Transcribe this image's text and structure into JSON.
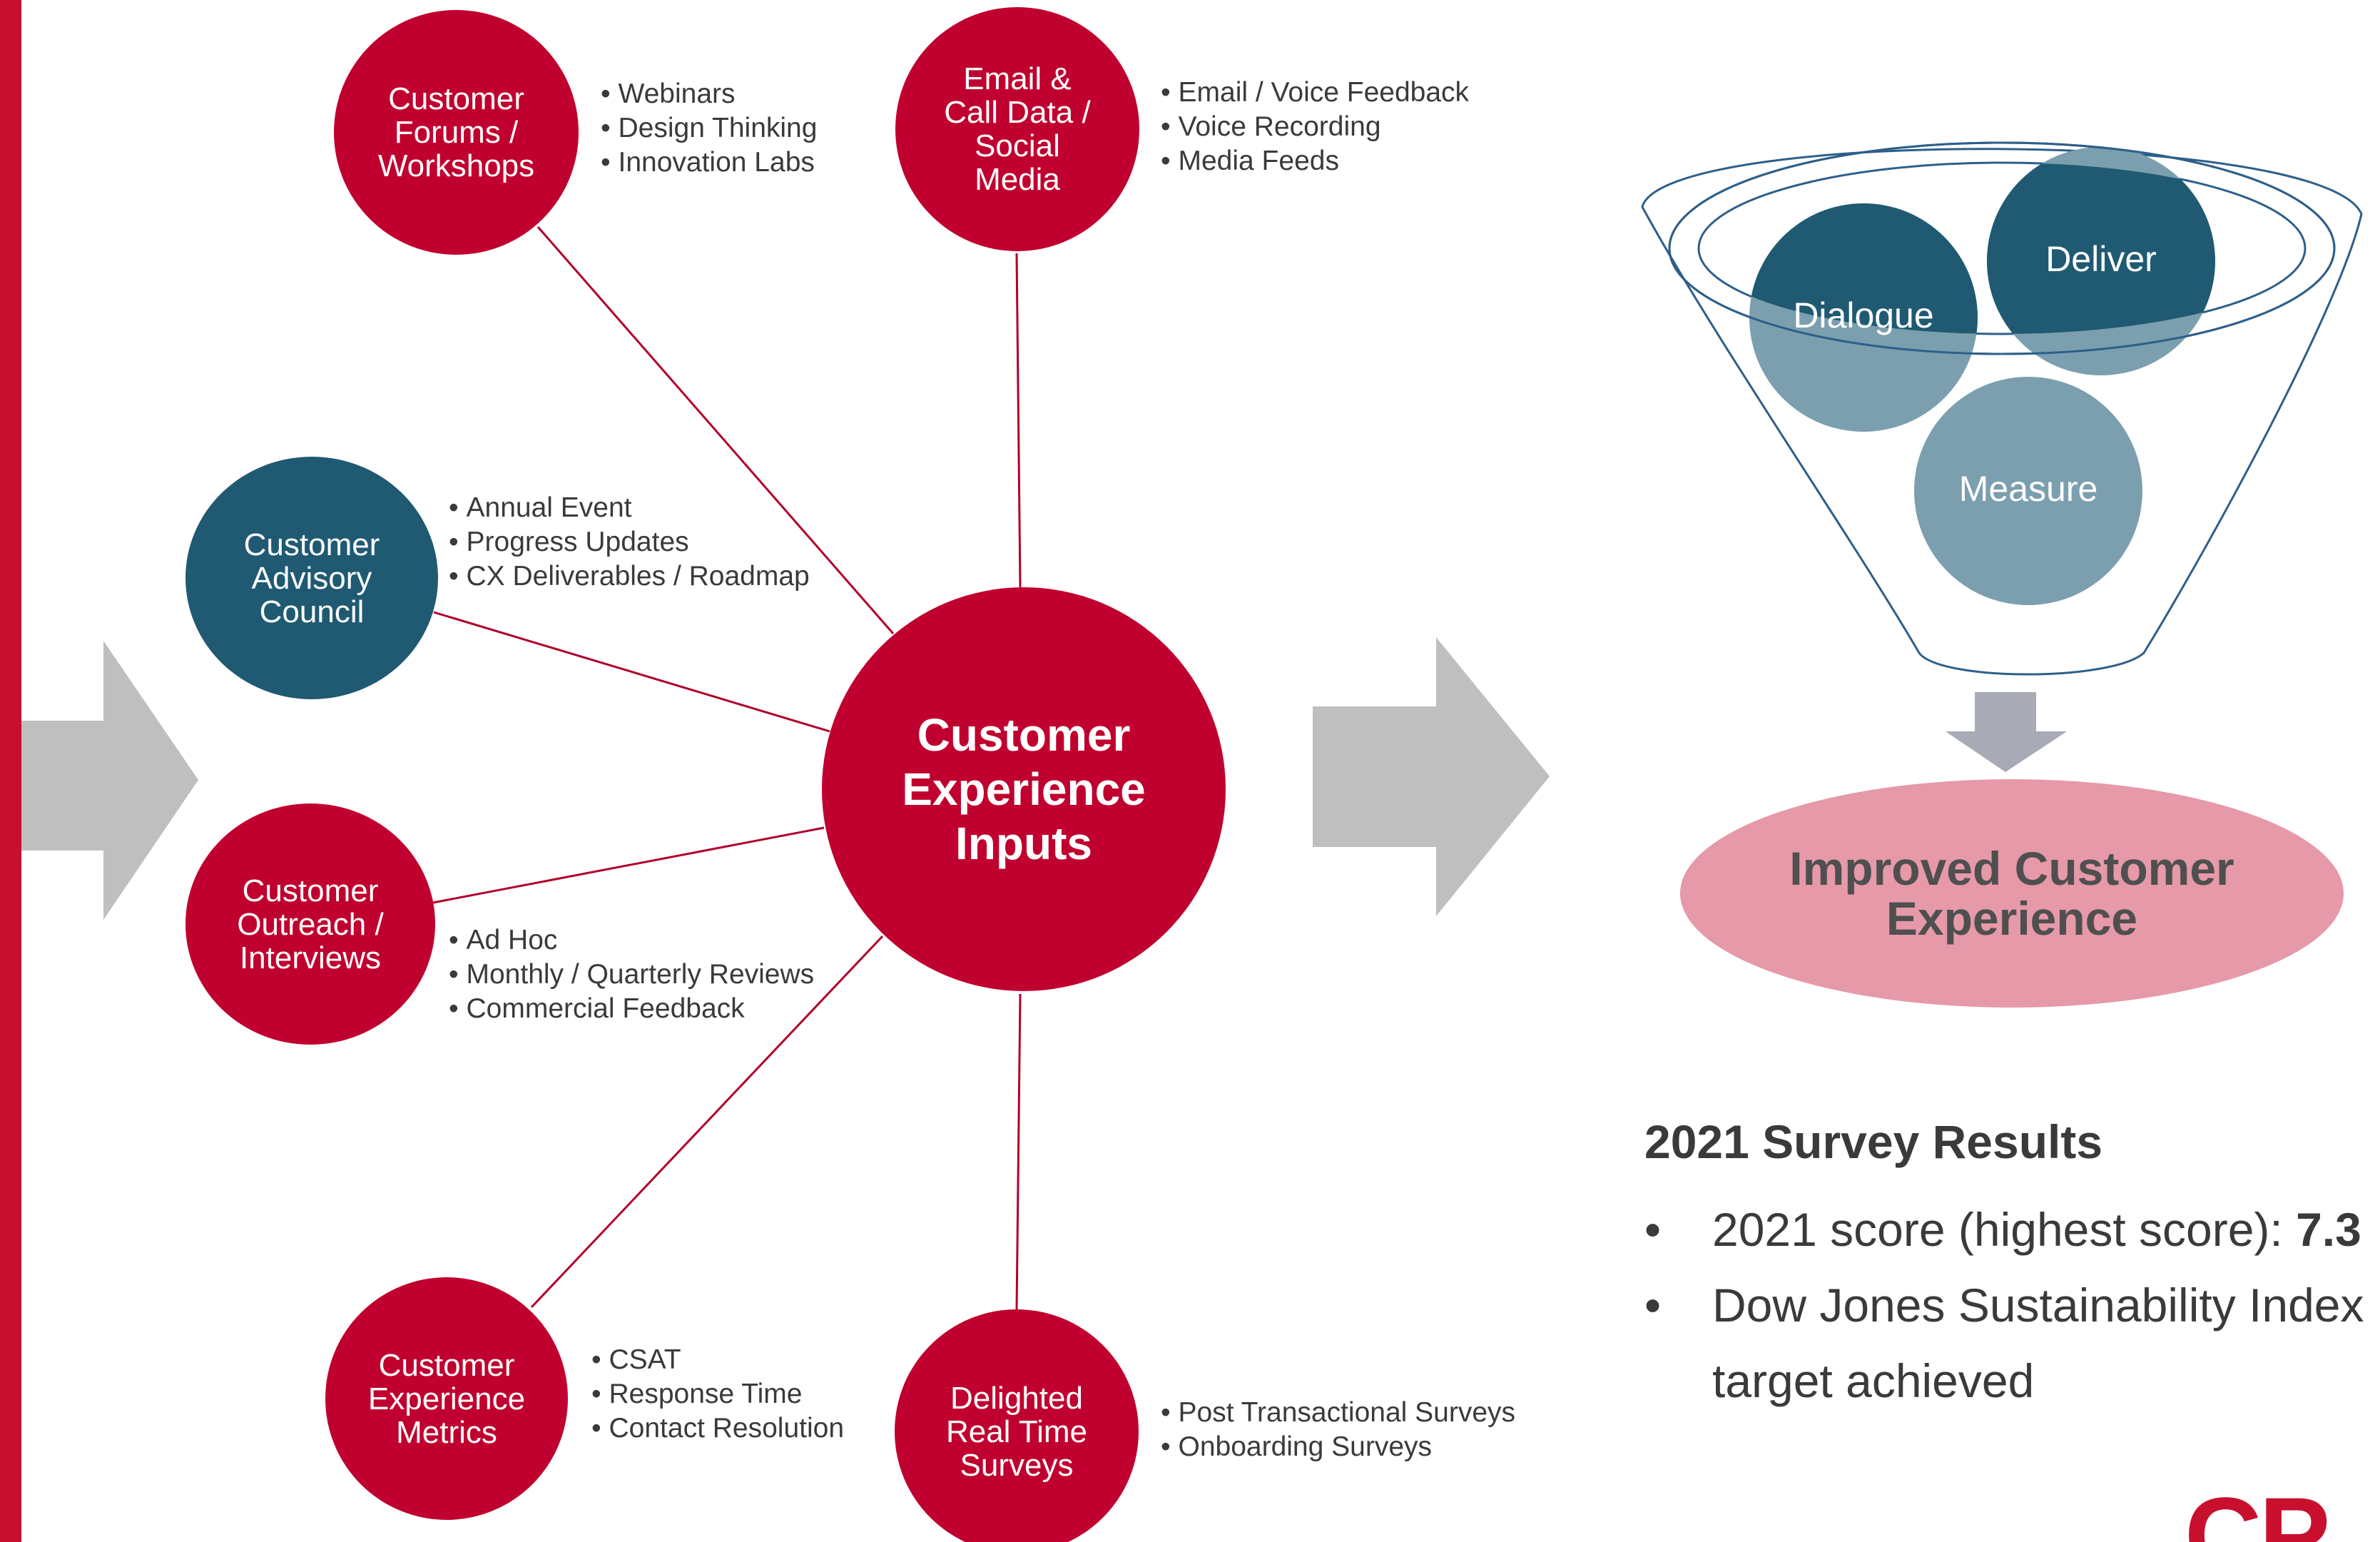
{
  "colors": {
    "accent_red": "#c0002e",
    "accent_blue": "#1f5a72",
    "light_blue": "#7b9fae",
    "arrow_gray": "#bfbfbf",
    "funnel_arrow": "#a8aab5",
    "improved_pink": "#e699a8",
    "line_red": "#b0002a"
  },
  "diagram": {
    "hub": {
      "label": "Customer\nExperience\nInputs"
    },
    "nodes": [
      {
        "id": "forums",
        "label": "Customer\nForums /\nWorkshops",
        "bullets": [
          "Webinars",
          "Design Thinking",
          "Innovation Labs"
        ]
      },
      {
        "id": "email",
        "label": "Email &\nCall Data /\nSocial\nMedia",
        "bullets": [
          "Email / Voice Feedback",
          "Voice Recording",
          "Media Feeds"
        ]
      },
      {
        "id": "council",
        "label": "Customer\nAdvisory\nCouncil",
        "bullets": [
          "Annual Event",
          "Progress Updates",
          "CX Deliverables / Roadmap"
        ]
      },
      {
        "id": "outreach",
        "label": "Customer\nOutreach /\nInterviews",
        "bullets": [
          "Ad Hoc",
          "Monthly / Quarterly Reviews",
          "Commercial Feedback"
        ]
      },
      {
        "id": "metrics",
        "label": "Customer\nExperience\nMetrics",
        "bullets": [
          "CSAT",
          "Response Time",
          "Contact Resolution"
        ]
      },
      {
        "id": "surveys",
        "label": "Delighted\nReal Time\nSurveys",
        "bullets": [
          "Post Transactional Surveys",
          "Onboarding Surveys"
        ]
      }
    ]
  },
  "funnel": {
    "circles": [
      "Dialogue",
      "Deliver",
      "Measure"
    ],
    "result": "Improved Customer\nExperience"
  },
  "survey": {
    "title": "2021 Survey Results",
    "bullet_char": "•",
    "items": [
      {
        "text": "2021 score (highest score): ",
        "bold": "7.3"
      },
      {
        "text": "Dow Jones Sustainability Index target achieved",
        "bold": ""
      }
    ]
  },
  "logo": {
    "text": "CP"
  }
}
